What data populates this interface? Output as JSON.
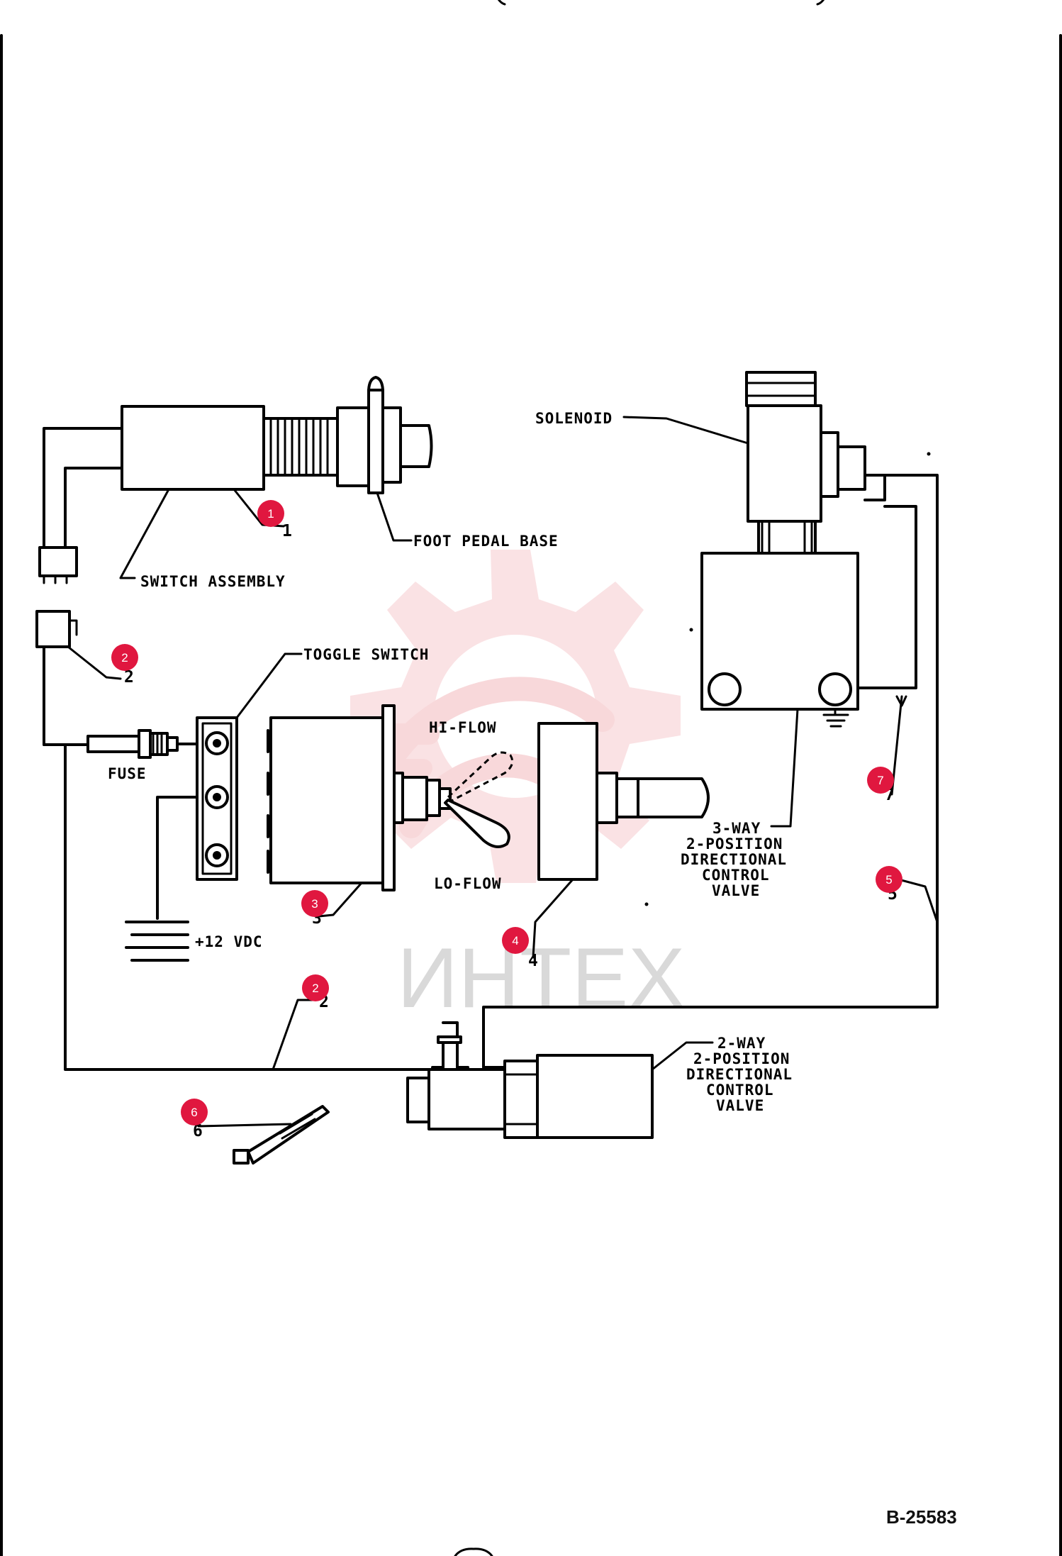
{
  "diagram": {
    "labels": {
      "solenoid": "SOLENOID",
      "foot_pedal_base": "FOOT PEDAL BASE",
      "switch_assembly": "SWITCH ASSEMBLY",
      "toggle_switch": "TOGGLE SWITCH",
      "fuse": "FUSE",
      "hi_flow": "HI-FLOW",
      "lo_flow": "LO-FLOW",
      "vdc": "+12 VDC",
      "three_way_valve": [
        "3-WAY",
        "2-POSITION",
        "DIRECTIONAL",
        "CONTROL",
        "VALVE"
      ],
      "two_way_valve": [
        "2-WAY",
        "2-POSITION",
        "DIRECTIONAL",
        "CONTROL",
        "VALVE"
      ]
    },
    "callouts": [
      "1",
      "2",
      "2",
      "3",
      "4",
      "5",
      "6",
      "7"
    ],
    "part_numbers": [
      "1",
      "2",
      "2",
      "3",
      "4",
      "5",
      "6",
      "7"
    ],
    "drawing_code": "B-25583",
    "watermark": {
      "text": "ИНТЕХ",
      "color": "#d9d9d9",
      "gear_color": "#f3b9bd"
    },
    "colors": {
      "callout": "#e0173f",
      "line": "#000000"
    }
  }
}
